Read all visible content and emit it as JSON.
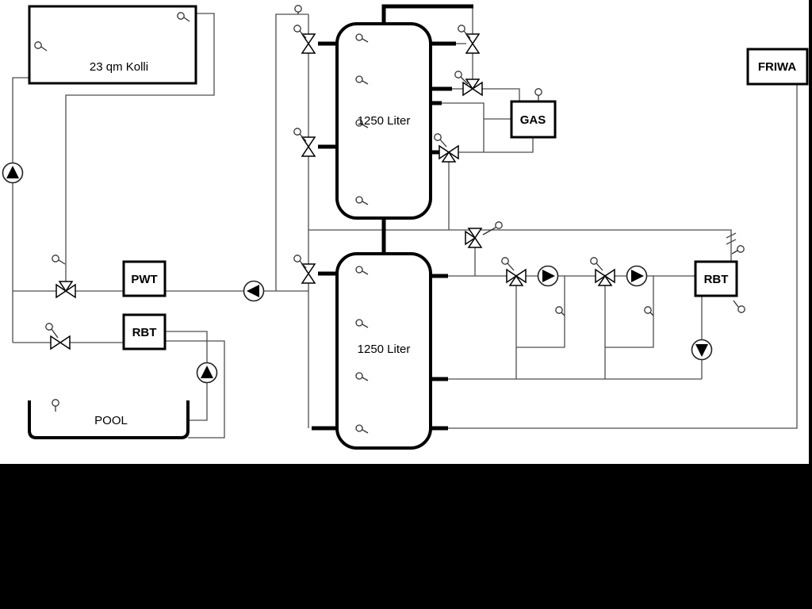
{
  "diagram": {
    "collector_label": "23 qm Kolli",
    "tank1_label": "1250 Liter",
    "tank2_label": "1250 Liter",
    "gas_label": "GAS",
    "friwa_label": "FRIWA",
    "pwt_label": "PWT",
    "rbt_left_label": "RBT",
    "rbt_right_label": "RBT",
    "pool_label": "POOL",
    "colors": {
      "background": "#ffffff",
      "surround": "#000000",
      "pipe": "#4d4d4d",
      "outline": "#000000"
    }
  }
}
